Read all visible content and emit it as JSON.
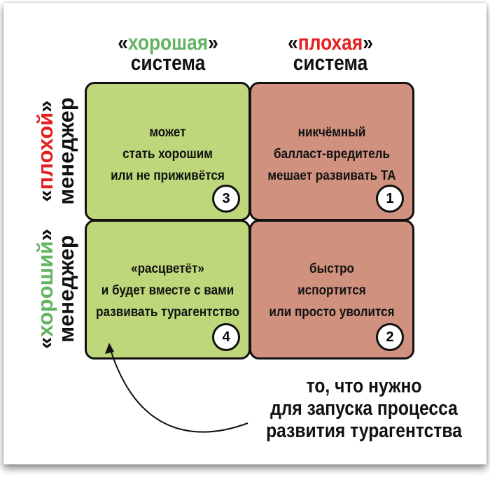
{
  "columns": [
    {
      "quote_open": "«",
      "word": "хорошая",
      "quote_close": "»",
      "noun": "система",
      "color": "#62b463"
    },
    {
      "quote_open": "«",
      "word": "плохая",
      "quote_close": "»",
      "noun": "система",
      "color": "#e3201f"
    }
  ],
  "rows": [
    {
      "quote_open": "«",
      "word": "плохой",
      "quote_close": "»",
      "noun": "менеджер"
    },
    {
      "quote_open": "«",
      "word": "хороший",
      "quote_close": "»",
      "noun": "менеджер"
    }
  ],
  "cells": [
    {
      "lines": [
        "может",
        "стать хорошим",
        "или не приживётся"
      ],
      "number": "3"
    },
    {
      "lines": [
        "никчёмный",
        "балласт-вредитель",
        "мешает развивать ТА"
      ],
      "number": "1"
    },
    {
      "lines": [
        "«расцветёт»",
        "и будет вместе с вами",
        "развивать турагентство"
      ],
      "number": "4"
    },
    {
      "lines": [
        "быстро",
        "испортится",
        "или просто уволится"
      ],
      "number": "2"
    }
  ],
  "note": [
    "то, что нужно",
    "для запуска процесса",
    "развития турагентства"
  ],
  "colors": {
    "good_cell": "#bdd77a",
    "bad_cell": "#d0917e"
  }
}
